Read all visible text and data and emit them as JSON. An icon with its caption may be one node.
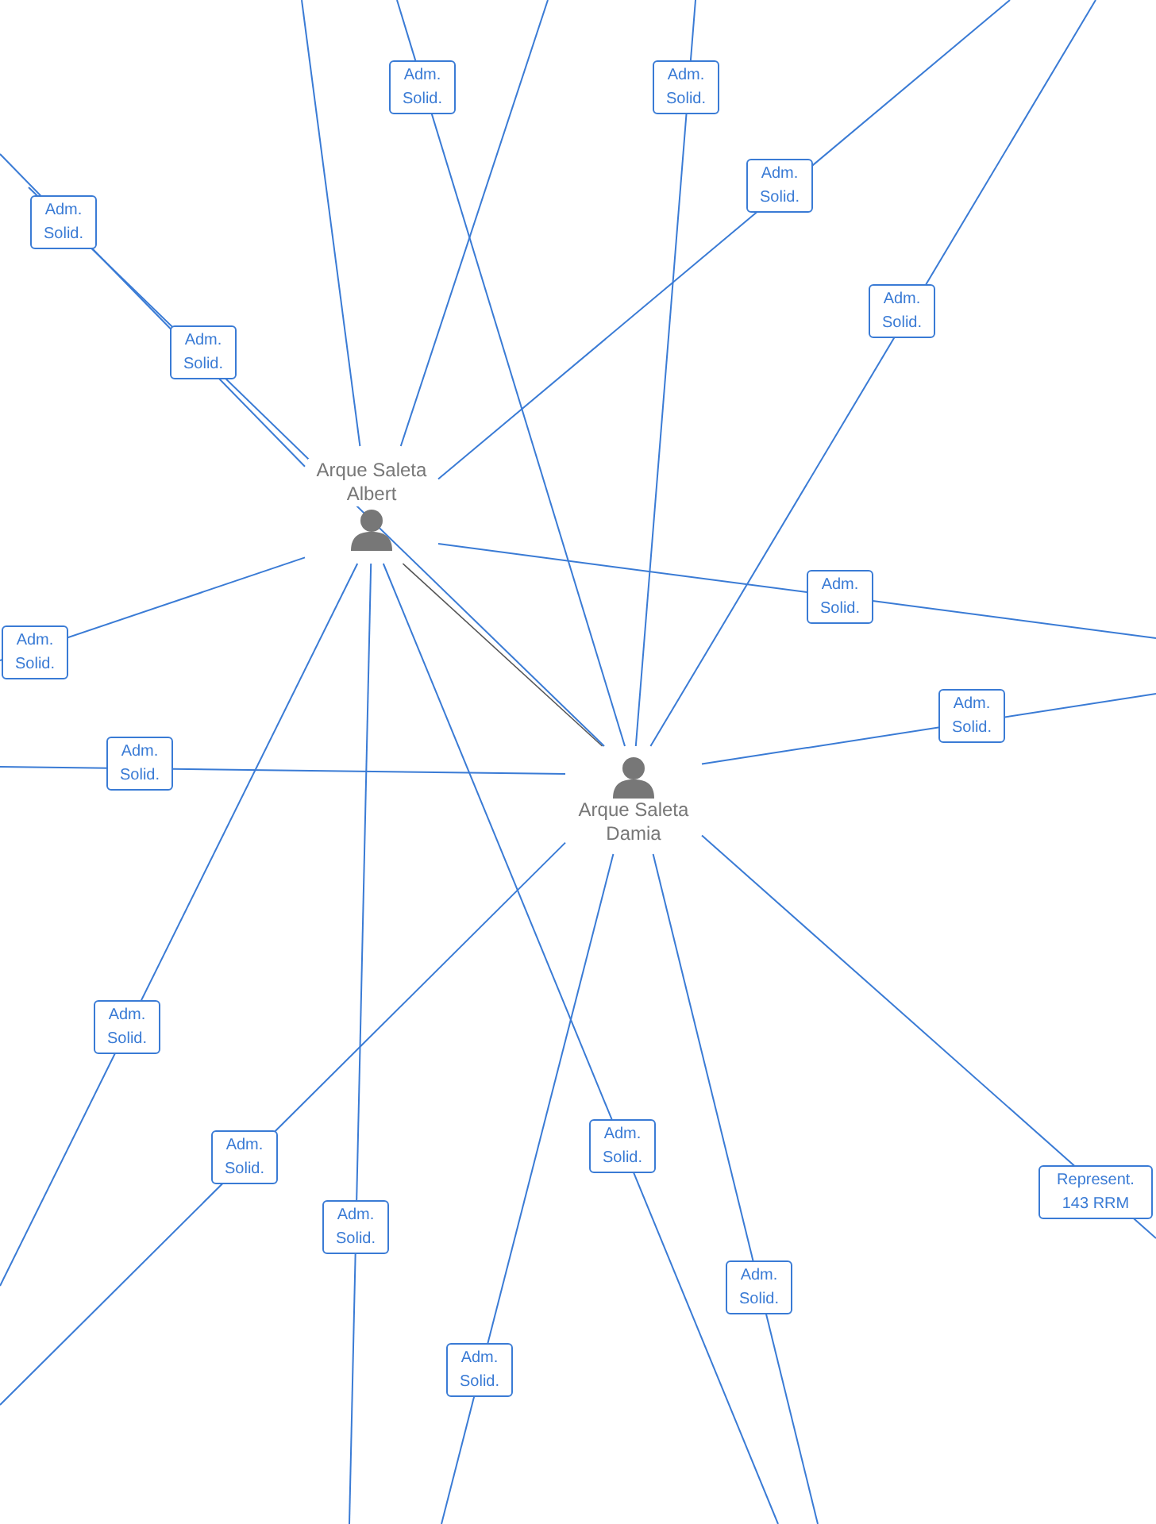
{
  "diagram": {
    "nodes": [
      {
        "text": [
          "Arque Saleta Albert"
        ]
      },
      {
        "text": [
          "Arque Saleta Damia"
        ]
      }
    ],
    "edges": [
      {
        "from": 0,
        "to": null,
        "arrow": "none"
      },
      {
        "from": 0,
        "to": null,
        "arrow": "none"
      },
      {
        "from": 0,
        "to": null,
        "arrow": "none",
        "label": "Adm. Solid."
      },
      {
        "from": 0,
        "to": null,
        "arrow": "none",
        "label": "Adm. Solid."
      },
      {
        "from": 0,
        "to": null,
        "arrow": "none",
        "label": "Adm. Solid."
      },
      {
        "from": 0,
        "to": null,
        "arrow": "none",
        "label": "Adm. Solid."
      },
      {
        "from": 0,
        "to": null,
        "arrow": "none",
        "label": "Adm. Solid."
      },
      {
        "from": 0,
        "to": null,
        "arrow": "none",
        "label": "Adm. Solid."
      },
      {
        "from": 0,
        "to": null,
        "arrow": "none",
        "label": "Adm. Solid."
      },
      {
        "from": 0,
        "to": 1,
        "arrow": "none",
        "color": "#555555"
      },
      {
        "from": 1,
        "to": null,
        "arrow": "none",
        "label": "Adm. Solid."
      },
      {
        "from": 1,
        "to": null,
        "arrow": "none",
        "label": "Adm. Solid."
      },
      {
        "from": 1,
        "to": null,
        "arrow": "none",
        "label": "Adm. Solid."
      },
      {
        "from": 1,
        "to": null,
        "arrow": "none",
        "label": "Adm. Solid."
      },
      {
        "from": 1,
        "to": null,
        "arrow": "none",
        "label": "Adm. Solid."
      },
      {
        "from": 1,
        "to": null,
        "arrow": "none",
        "label": "Adm. Solid."
      },
      {
        "from": 1,
        "to": null,
        "arrow": "none",
        "label": "Adm. Solid."
      },
      {
        "from": 1,
        "to": null,
        "arrow": "none",
        "label": "Adm. Solid."
      },
      {
        "from": 1,
        "to": null,
        "arrow": "none",
        "label": "Adm. Solid."
      },
      {
        "from": 1,
        "to": null,
        "arrow": "none",
        "label": "Represent. 143 RRM"
      }
    ]
  }
}
